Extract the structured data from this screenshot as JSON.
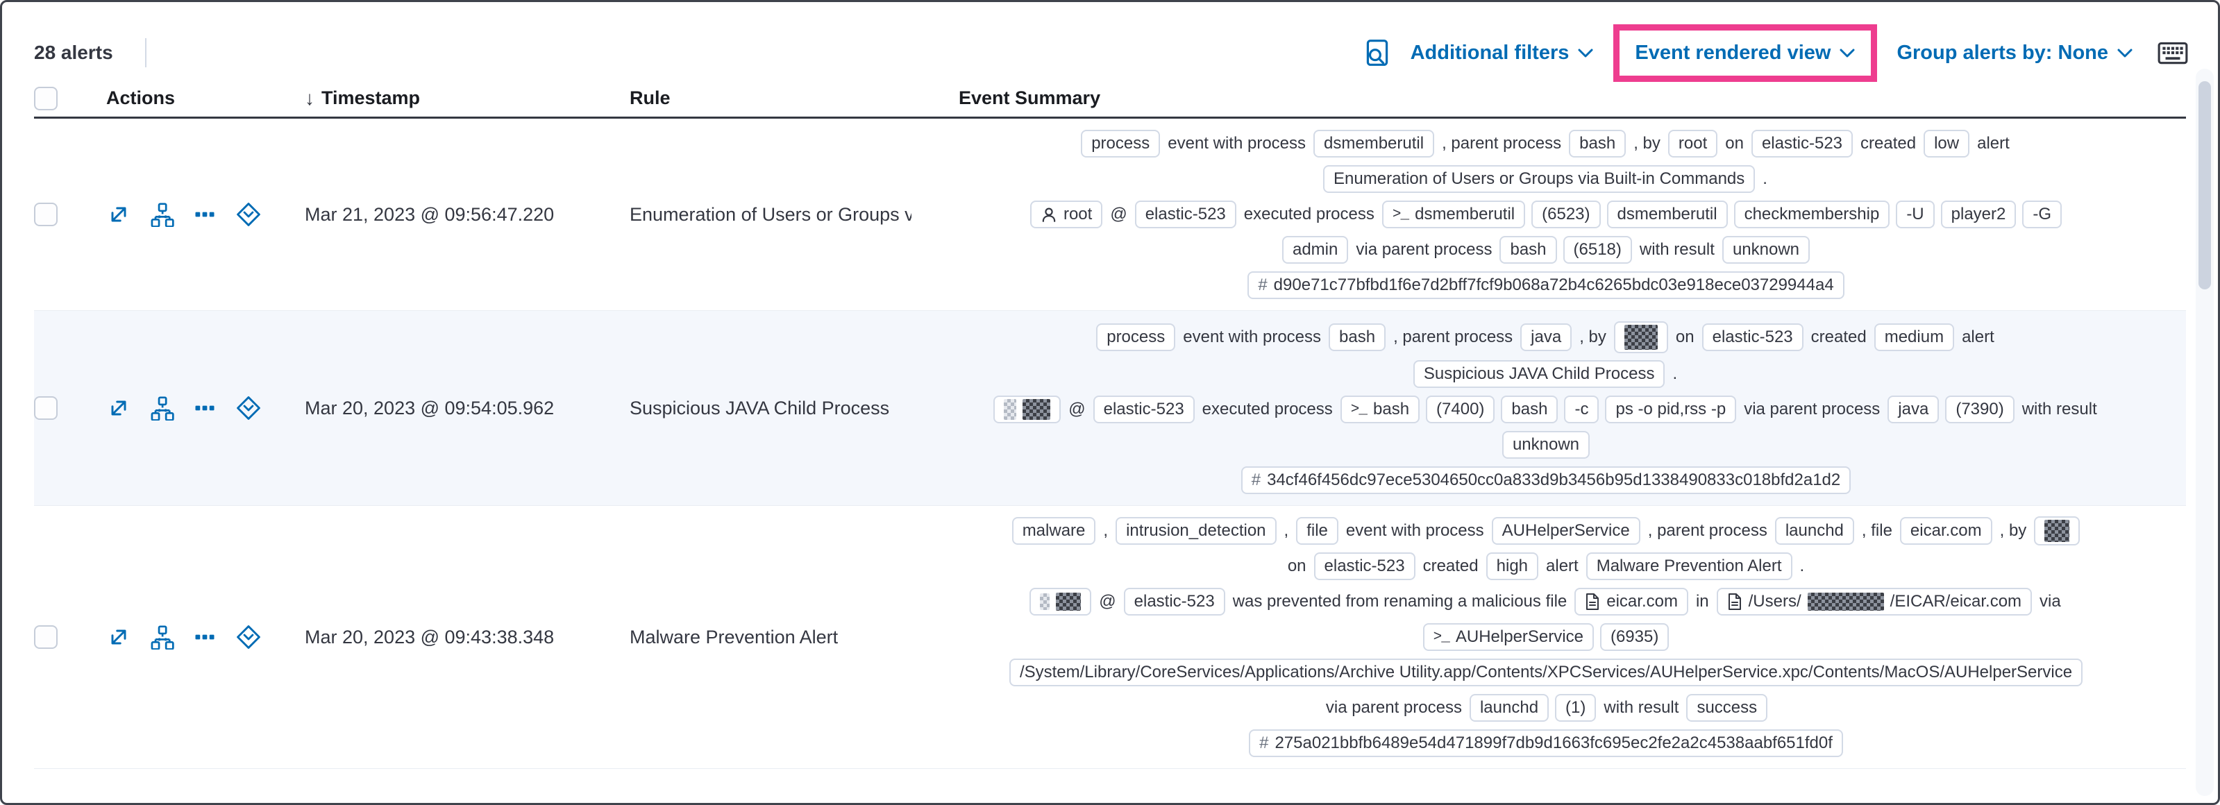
{
  "toolbar": {
    "alerts_count": "28 alerts",
    "additional_filters_label": "Additional filters",
    "view_selector_label": "Event rendered view",
    "group_by_label": "Group alerts by: None",
    "left_icon": "inspect-icon",
    "right_icon": "keyboard-shortcuts-icon"
  },
  "headers": {
    "actions": "Actions",
    "timestamp": "Timestamp",
    "rule": "Rule",
    "summary": "Event Summary",
    "sort_icon": "arrow-down-icon"
  },
  "action_icons": [
    "expand-alert-icon",
    "analyze-event-icon",
    "more-actions-icon",
    "investigate-in-timeline-icon"
  ],
  "colors": {
    "accent_pink": "#ee3d8f",
    "link_blue": "#006BB4",
    "text": "#343741",
    "badge_border": "#d3dae6",
    "stripe_bg": "#f4f7fc"
  },
  "rows": [
    {
      "timestamp": "Mar 21, 2023 @ 09:56:47.220",
      "rule": "Enumeration of Users or Groups via Bui",
      "striped": false,
      "lines": [
        [
          {
            "b": "process"
          },
          {
            "t": "event with process"
          },
          {
            "b": "dsmemberutil"
          },
          {
            "t": ", parent process"
          },
          {
            "b": "bash"
          },
          {
            "t": ", by"
          },
          {
            "b": "root"
          },
          {
            "t": "on"
          },
          {
            "b": "elastic-523"
          },
          {
            "t": "created"
          },
          {
            "b": "low"
          },
          {
            "t": "alert"
          }
        ],
        [
          {
            "b": "Enumeration of Users or Groups via Built-in Commands"
          },
          {
            "t": "."
          }
        ],
        [
          {
            "b": "root",
            "icon": "user"
          },
          {
            "t": "@"
          },
          {
            "b": "elastic-523"
          },
          {
            "t": "executed process"
          },
          {
            "b": "dsmemberutil",
            "icon": "terminal"
          },
          {
            "b": "(6523)"
          },
          {
            "b": "dsmemberutil"
          },
          {
            "b": "checkmembership"
          },
          {
            "b": "-U"
          },
          {
            "b": "player2"
          },
          {
            "b": "-G"
          }
        ],
        [
          {
            "b": "admin"
          },
          {
            "t": "via parent process"
          },
          {
            "b": "bash"
          },
          {
            "b": "(6518)"
          },
          {
            "t": "with result"
          },
          {
            "b": "unknown"
          }
        ],
        [
          {
            "b": "d90e71c77bfbd1f6e7d2bff7fcf9b068a72b4c6265bdc03e918ece03729944a4",
            "icon": "hash"
          }
        ]
      ]
    },
    {
      "timestamp": "Mar 20, 2023 @ 09:54:05.962",
      "rule": "Suspicious JAVA Child Process",
      "striped": true,
      "lines": [
        [
          {
            "b": "process"
          },
          {
            "t": "event with process"
          },
          {
            "b": "bash"
          },
          {
            "t": ", parent process"
          },
          {
            "b": "java"
          },
          {
            "t": ", by"
          },
          {
            "parts": [
              {
                "r": [
                  48,
                  36,
                  "dark"
                ]
              }
            ]
          },
          {
            "t": "on"
          },
          {
            "b": "elastic-523"
          },
          {
            "t": "created"
          },
          {
            "b": "medium"
          },
          {
            "t": "alert"
          }
        ],
        [
          {
            "b": "Suspicious JAVA Child Process"
          },
          {
            "t": "."
          }
        ],
        [
          {
            "parts": [
              {
                "r": [
                  18,
                  30,
                  "light"
                ]
              },
              {
                "r": [
                  40,
                  30,
                  "dark"
                ]
              }
            ]
          },
          {
            "t": "@"
          },
          {
            "b": "elastic-523"
          },
          {
            "t": "executed process"
          },
          {
            "b": "bash",
            "icon": "terminal"
          },
          {
            "b": "(7400)"
          },
          {
            "b": "bash"
          },
          {
            "b": "-c"
          },
          {
            "b": "ps -o pid,rss -p"
          },
          {
            "t": "via parent process"
          },
          {
            "b": "java"
          },
          {
            "b": "(7390)"
          },
          {
            "t": "with result"
          }
        ],
        [
          {
            "b": "unknown"
          }
        ],
        [
          {
            "b": "34cf46f456dc97ece5304650cc0a833d9b3456b95d1338490833c018bfd2a1d2",
            "icon": "hash"
          }
        ]
      ]
    },
    {
      "timestamp": "Mar 20, 2023 @ 09:43:38.348",
      "rule": "Malware Prevention Alert",
      "striped": false,
      "lines": [
        [
          {
            "b": "malware"
          },
          {
            "t": ","
          },
          {
            "b": "intrusion_detection"
          },
          {
            "t": ","
          },
          {
            "b": "file"
          },
          {
            "t": "event with process"
          },
          {
            "b": "AUHelperService"
          },
          {
            "t": ", parent process"
          },
          {
            "b": "launchd"
          },
          {
            "t": ", file"
          },
          {
            "b": "eicar.com"
          },
          {
            "t": ", by"
          },
          {
            "parts": [
              {
                "r": [
                  36,
                  32,
                  "dark"
                ]
              }
            ]
          }
        ],
        [
          {
            "t": "on"
          },
          {
            "b": "elastic-523"
          },
          {
            "t": "created"
          },
          {
            "b": "high"
          },
          {
            "t": "alert"
          },
          {
            "b": "Malware Prevention Alert"
          },
          {
            "t": "."
          }
        ],
        [
          {
            "parts": [
              {
                "r": [
                  14,
                  24,
                  "light"
                ]
              },
              {
                "r": [
                  36,
                  26,
                  "dark"
                ]
              }
            ]
          },
          {
            "t": "@"
          },
          {
            "b": "elastic-523"
          },
          {
            "t": "was prevented from renaming a malicious file"
          },
          {
            "b": "eicar.com",
            "icon": "document"
          },
          {
            "t": "in"
          },
          {
            "icon": "document",
            "parts": [
              {
                "t": "/Users/"
              },
              {
                "r": [
                  110,
                  26,
                  "dark"
                ]
              },
              {
                "t": "/EICAR/eicar.com"
              }
            ]
          },
          {
            "t": "via"
          }
        ],
        [
          {
            "b": "AUHelperService",
            "icon": "terminal"
          },
          {
            "b": "(6935)"
          }
        ],
        [
          {
            "b": "/System/Library/CoreServices/Applications/Archive Utility.app/Contents/XPCServices/AUHelperService.xpc/Contents/MacOS/AUHelperService"
          }
        ],
        [
          {
            "t": "via parent process"
          },
          {
            "b": "launchd"
          },
          {
            "b": "(1)"
          },
          {
            "t": "with result"
          },
          {
            "b": "success"
          }
        ],
        [
          {
            "b": "275a021bbfb6489e54d471899f7db9d1663fc695ec2fe2a2c4538aabf651fd0f",
            "icon": "hash"
          }
        ]
      ]
    }
  ]
}
